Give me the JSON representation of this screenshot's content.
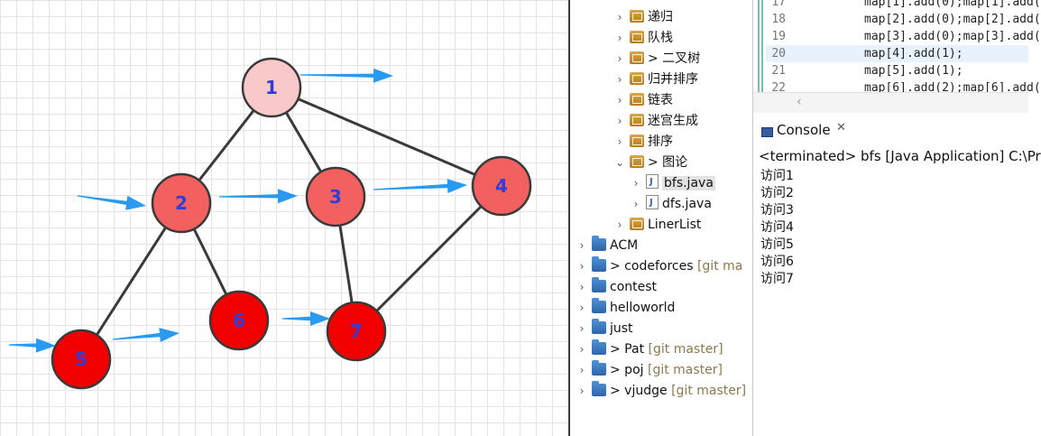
{
  "graph": {
    "nodes": [
      {
        "label": "1",
        "color": "#f9c8c8"
      },
      {
        "label": "2",
        "color": "#f26060"
      },
      {
        "label": "3",
        "color": "#f26060"
      },
      {
        "label": "4",
        "color": "#f26060"
      },
      {
        "label": "5",
        "color": "#f20000"
      },
      {
        "label": "6",
        "color": "#f20000"
      },
      {
        "label": "7",
        "color": "#f20000"
      }
    ],
    "edges": [
      [
        "1",
        "2"
      ],
      [
        "1",
        "3"
      ],
      [
        "1",
        "4"
      ],
      [
        "2",
        "5"
      ],
      [
        "2",
        "6"
      ],
      [
        "3",
        "7"
      ],
      [
        "4",
        "7"
      ]
    ],
    "arrow_color": "#2a9af0",
    "edge_color": "#3a3a3a"
  },
  "tree": {
    "items": [
      {
        "label": "递归",
        "type": "package"
      },
      {
        "label": "队栈",
        "type": "package"
      },
      {
        "label": "> 二叉树",
        "type": "package"
      },
      {
        "label": "归并排序",
        "type": "package"
      },
      {
        "label": "链表",
        "type": "package"
      },
      {
        "label": "迷宫生成",
        "type": "package"
      },
      {
        "label": "排序",
        "type": "package"
      },
      {
        "label": "> 图论",
        "type": "package",
        "expanded": true
      },
      {
        "label": "bfs.java",
        "type": "java",
        "selected": true
      },
      {
        "label": "dfs.java",
        "type": "java"
      },
      {
        "label": "LinerList",
        "type": "package"
      },
      {
        "label": "ACM",
        "type": "project"
      },
      {
        "label": "> codeforces",
        "decoration": "[git ma",
        "type": "project"
      },
      {
        "label": "contest",
        "type": "project"
      },
      {
        "label": "helloworld",
        "type": "project"
      },
      {
        "label": "just",
        "type": "project"
      },
      {
        "label": "> Pat",
        "decoration": "[git master]",
        "type": "project"
      },
      {
        "label": "> poj",
        "decoration": "[git master]",
        "type": "project"
      },
      {
        "label": "> vjudge",
        "decoration": "[git master]",
        "type": "project"
      }
    ]
  },
  "editor": {
    "lines": [
      {
        "num": "17",
        "code": "map[1].add(0);map[1].add("
      },
      {
        "num": "18",
        "code": "map[2].add(0);map[2].add("
      },
      {
        "num": "19",
        "code": "map[3].add(0);map[3].add("
      },
      {
        "num": "20",
        "code": "map[4].add(1);",
        "current": true
      },
      {
        "num": "21",
        "code": "map[5].add(1);"
      },
      {
        "num": "22",
        "code": "map[6].add(2);map[6].add("
      }
    ]
  },
  "console": {
    "title": "Console",
    "header": "<terminated> bfs [Java Application] C:\\Pr",
    "output": [
      "访问1",
      "访问2",
      "访问3",
      "访问4",
      "访问5",
      "访问6",
      "访问7"
    ]
  }
}
